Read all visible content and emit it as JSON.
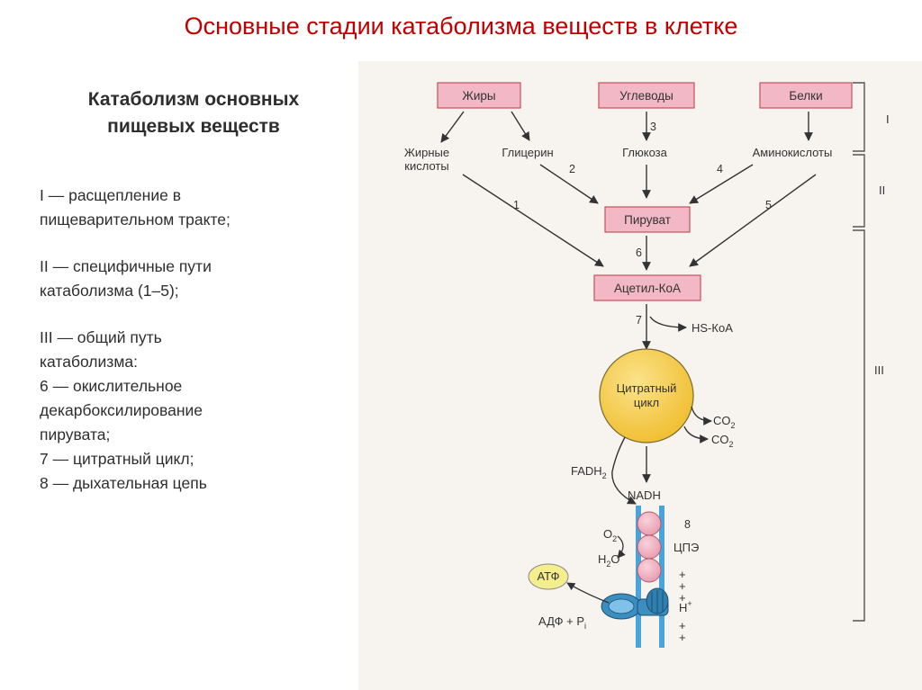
{
  "title": "Основные стадии катаболизма веществ в клетке",
  "left": {
    "heading_line1": "Катаболизм основных",
    "heading_line2": "пищевых веществ",
    "lines": [
      "I — расщепление в",
      "пищеварительном тракте;",
      "",
      "II — специфичные пути",
      "катаболизма (1–5);",
      "",
      "III — общий путь",
      "катаболизма:",
      "6 — окислительное",
      "декарбоксилирование",
      "пирувата;",
      "7 — цитратный цикл;",
      "8 — дыхательная цепь"
    ]
  },
  "diagram": {
    "colors": {
      "box_fill": "#f2b8c6",
      "box_stroke": "#c8505a",
      "citrate_fill": "#f7cc45",
      "atp_fill": "#f5ee8c",
      "membrane": "#4aa3d9",
      "carrier": "#f2b8c6",
      "background": "#f7f4ef"
    },
    "boxes": {
      "fats": "Жиры",
      "carbs": "Углеводы",
      "proteins": "Белки",
      "pyruvate": "Пируват",
      "acetyl_coa": "Ацетил-КоА"
    },
    "fatty_acids_line1": "Жирные",
    "fatty_acids_line2": "кислоты",
    "glycerol": "Глицерин",
    "glucose": "Глюкоза",
    "amino_acids": "Аминокислоты",
    "numbers": [
      "1",
      "2",
      "3",
      "4",
      "5",
      "6",
      "7",
      "8"
    ],
    "hs_coa": "HS-КоА",
    "citrate_line1": "Цитратный",
    "citrate_line2": "цикл",
    "co2_base": "CO",
    "co2_sub": "2",
    "fadh_base": "FADH",
    "fadh_sub": "2",
    "nadh": "NADH",
    "o2_base": "O",
    "o2_sub": "2",
    "h2o_h": "H",
    "h2o_sub": "2",
    "h2o_o": "O",
    "etc": "ЦПЭ",
    "atp": "АТФ",
    "adp_text": "АДФ + P",
    "adp_sub": "i",
    "h_plus": "H",
    "plus_sign": "+",
    "stage_labels": [
      "I",
      "II",
      "III"
    ]
  }
}
